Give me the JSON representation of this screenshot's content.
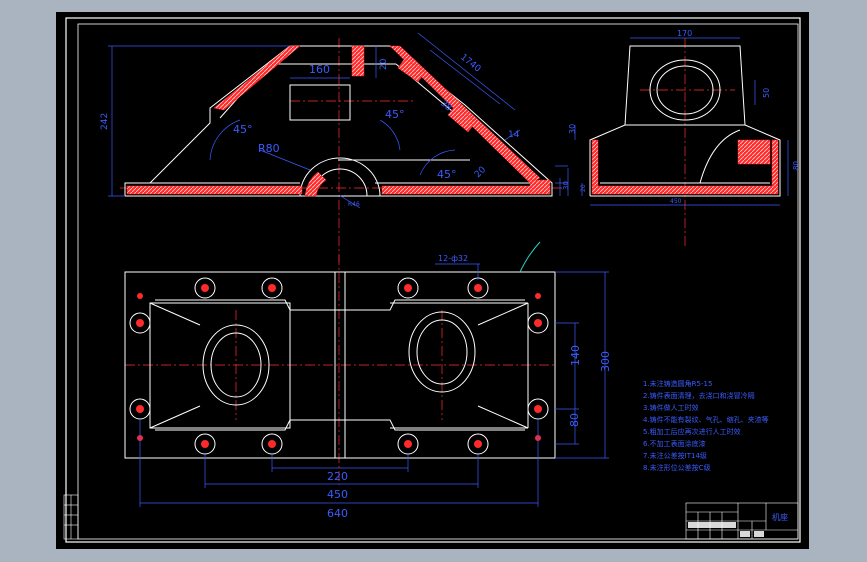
{
  "colors": {
    "background": "#a9b4c0",
    "paper": "#000000",
    "frame": "#ffffff",
    "outline": "#ffffff",
    "dimension": "#3a5cff",
    "center_line": "#ff3030",
    "section_fill": "#ff2a2a",
    "leader": "#2ad0c8"
  },
  "front_view": {
    "dims": {
      "d160": "160",
      "d20": "20",
      "d45a": "45°",
      "d45b": "45°",
      "d45c": "45°",
      "r80": "R80",
      "d242": "242",
      "d1740": "1740",
      "d14": "14",
      "d20b": "20",
      "d38": "38",
      "d30": "30",
      "r46": "R46"
    }
  },
  "side_view": {
    "dims": {
      "d170": "170",
      "d50": "50",
      "d30": "30",
      "d20": "20",
      "d450": "450",
      "d80": "80"
    }
  },
  "top_view": {
    "dims": {
      "holes": "12-ф32",
      "d220": "220",
      "d450": "450",
      "d640": "640",
      "d140": "140",
      "d80": "80",
      "d300": "300"
    }
  },
  "notes": [
    "1.未注铸造圆角R5-15",
    "2.铸件表面清理，去浇口和浇冒冷隔",
    "3.铸件做人工时效",
    "4.铸件不能有裂纹、气孔、缩孔、夹渣等",
    "5.粗加工后应再次进行人工时效",
    "6.不加工表面涂底漆",
    "7.未注公差按IT14级",
    "8.未注形位公差按C级"
  ],
  "title_block": {
    "part_name": "机座"
  }
}
